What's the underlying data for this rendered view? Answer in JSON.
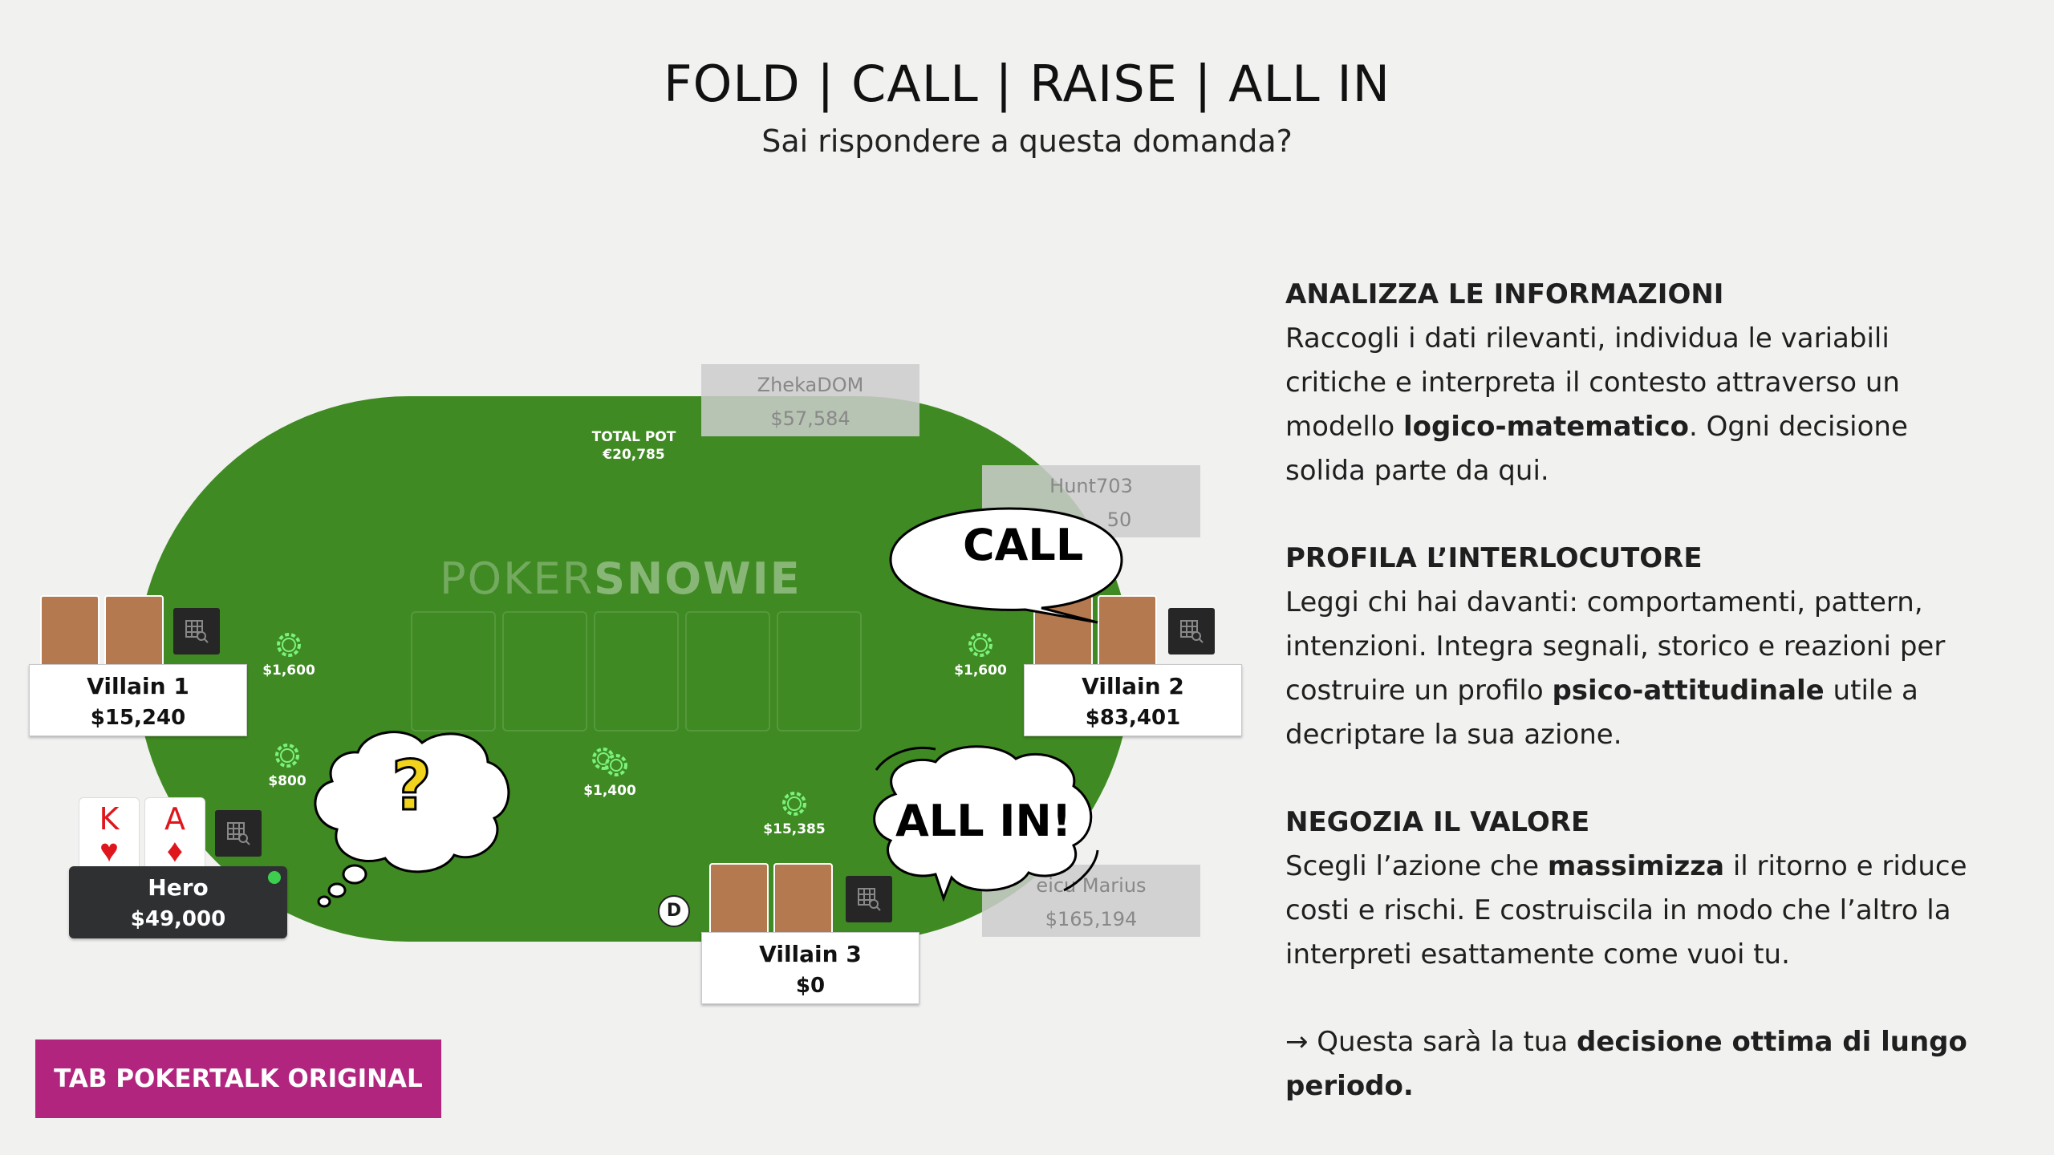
{
  "header": {
    "title": "FOLD | CALL | RAISE | ALL IN",
    "subtitle": "Sai rispondere a questa domanda?"
  },
  "table": {
    "felt_color": "#3f8a22",
    "watermark_light": "POKER",
    "watermark_bold": "SNOWIE",
    "total_pot_label": "TOTAL POT",
    "total_pot_value": "€20,785",
    "dealer_button": "D"
  },
  "seats": {
    "villain1": {
      "name": "Villain 1",
      "stack": "$15,240",
      "bet": "$1,600"
    },
    "villain2": {
      "name": "Villain 2",
      "stack": "$83,401",
      "bet": "$1,600"
    },
    "villain3": {
      "name": "Villain 3",
      "stack": "$0",
      "bet": "$15,385"
    },
    "hero": {
      "name": "Hero",
      "stack": "$49,000",
      "bet": "$800",
      "card1_rank": "K",
      "card1_suit": "♥",
      "card2_rank": "A",
      "card2_suit": "♦"
    },
    "ghost_top": {
      "name": "ZhekaDOM",
      "stack": "$57,584"
    },
    "ghost_right": {
      "name": "Hunt703",
      "stack": "50"
    },
    "ghost_bottom": {
      "name": "eicu Marius",
      "stack": "$165,194"
    },
    "pot_chips": "$1,400"
  },
  "bubbles": {
    "call": "CALL",
    "all_in": "ALL IN!",
    "thought": "?"
  },
  "info": {
    "s1_heading": "ANALIZZA LE INFORMAZIONI",
    "s1_t1": "Raccogli i dati rilevanti, individua le variabili critiche e interpreta il contesto attraverso un modello ",
    "s1_b1": "logico-matematico",
    "s1_t2": ". Ogni decisione solida parte da qui.",
    "s2_heading": "PROFILA L’INTERLOCUTORE",
    "s2_t1": "Leggi chi hai davanti: comportamenti, pattern, intenzioni. Integra segnali, storico e reazioni per costruire un profilo ",
    "s2_b1": "psico-attitudinale",
    "s2_t2": " utile a decriptare la sua azione.",
    "s3_heading": "NEGOZIA IL VALORE",
    "s3_t1": "Scegli l’azione che ",
    "s3_b1": "massimizza",
    "s3_t2": " il ritorno e riduce costi e rischi. E costruiscila in modo che l’altro la interpreti esattamente come vuoi tu.",
    "s4_t1": "→ Questa sarà la tua ",
    "s4_b1": "decisione ottima di lungo periodo."
  },
  "cta": {
    "label": "TAB POKERTALK ORIGINAL",
    "color": "#b1257f"
  }
}
